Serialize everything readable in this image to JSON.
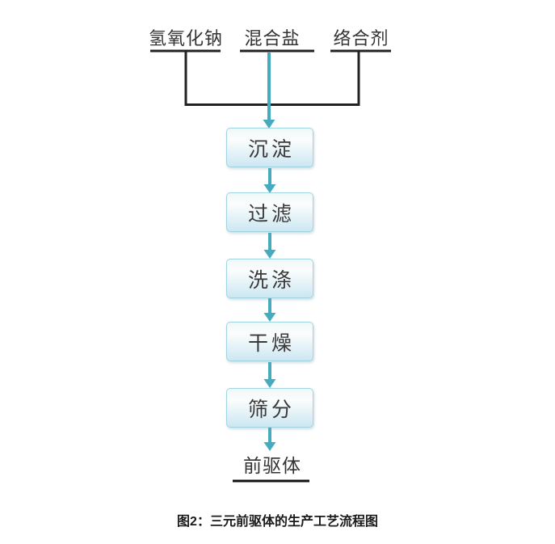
{
  "figure": {
    "caption": "图2：三元前驱体的生产工艺流程图",
    "inputs": [
      {
        "label": "氢氧化钠"
      },
      {
        "label": "混合盐"
      },
      {
        "label": "络合剂"
      }
    ],
    "steps": [
      {
        "label": "沉淀"
      },
      {
        "label": "过滤"
      },
      {
        "label": "洗涤"
      },
      {
        "label": "干燥"
      },
      {
        "label": "筛分"
      }
    ],
    "output": {
      "label": "前驱体"
    },
    "colors": {
      "line": "#222222",
      "arrow": "#47abc0",
      "box_border": "#a2d3e0",
      "box_fill_top": "#eff8f6",
      "box_fill_bottom": "#cce7f2",
      "box_text": "#3a3a3a",
      "label_text": "#333333",
      "caption_text": "#1a1a1a"
    }
  }
}
